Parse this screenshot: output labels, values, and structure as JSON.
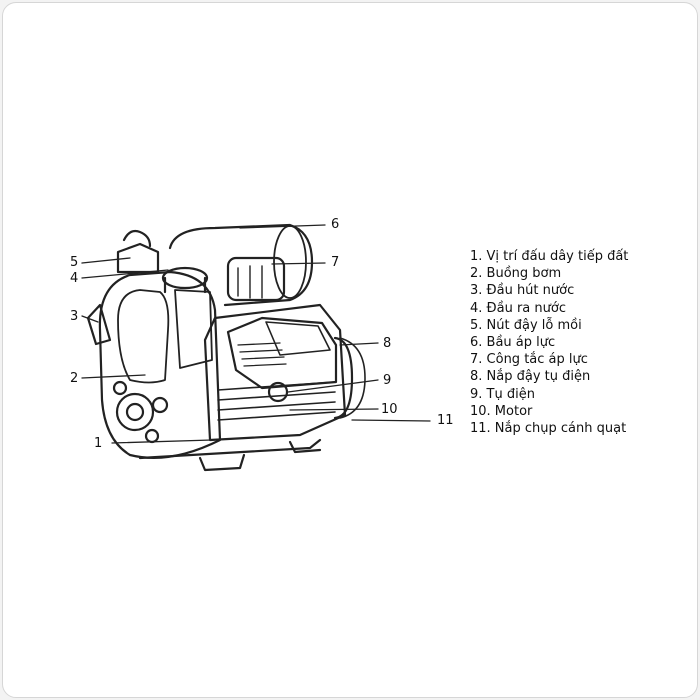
{
  "callouts": [
    "1",
    "2",
    "3",
    "4",
    "5",
    "6",
    "7",
    "8",
    "9",
    "10",
    "11"
  ],
  "legend": [
    "1. Vị trí đấu dây tiếp đất",
    "2. Buồng bơm",
    "3. Đầu hút nước",
    "4. Đầu ra nước",
    "5. Nút đậy lỗ mồi",
    "6. Bầu áp lực",
    "7. Công tắc áp lực",
    "8. Nắp đậy tụ điện",
    "9. Tụ điện",
    "10. Motor",
    "11. Nắp chụp cánh quạt"
  ]
}
